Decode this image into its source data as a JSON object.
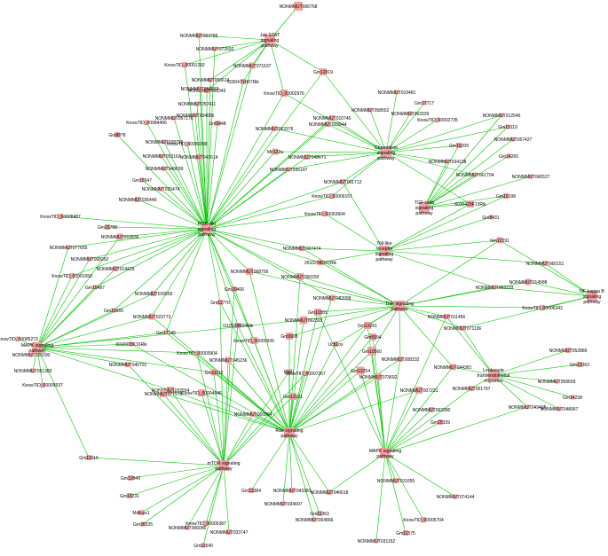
{
  "hubs": [
    {
      "id": "jak",
      "lines": [
        "Jak-STAT",
        "signaling",
        "pathway"
      ]
    },
    {
      "id": "pi3k",
      "lines": [
        "PI3K-Akt",
        "signaling",
        "pathway"
      ]
    },
    {
      "id": "chemokine",
      "lines": [
        "Chemokine",
        "signaling",
        "pathway"
      ]
    },
    {
      "id": "tgf",
      "lines": [
        "TGF-beta",
        "signaling",
        "pathway"
      ]
    },
    {
      "id": "tolllike",
      "lines": [
        "Toll-like",
        "receptor",
        "signaling",
        "pathway"
      ]
    },
    {
      "id": "nfkb",
      "lines": [
        "NF-kappa B",
        "signaling",
        "pathway"
      ]
    },
    {
      "id": "tnf",
      "lines": [
        "TNF signaling",
        "pathway"
      ]
    },
    {
      "id": "mapk_l",
      "lines": [
        "MAPK signaling",
        "pathway"
      ]
    },
    {
      "id": "leuko",
      "lines": [
        "Leukocyte",
        "transendothelial",
        "migration"
      ]
    },
    {
      "id": "ras",
      "lines": [
        "Ras signaling",
        "pathway"
      ]
    },
    {
      "id": "mapk_b",
      "lines": [
        "MAPK signaling",
        "pathway"
      ]
    },
    {
      "id": "mtor",
      "lines": [
        "mTOR signaling",
        "pathway"
      ]
    }
  ],
  "genes": [
    {
      "label": "NONMMUT006768",
      "links": [
        "jak"
      ]
    },
    {
      "label": "NONMMUT053786",
      "links": [
        "jak",
        "pi3k"
      ]
    },
    {
      "label": "NONMMUT072592",
      "links": [
        "jak",
        "pi3k"
      ]
    },
    {
      "label": "KnowTID_00001292",
      "links": [
        "jak",
        "pi3k"
      ]
    },
    {
      "label": "NONMMUT071637",
      "links": [
        "jak",
        "pi3k"
      ]
    },
    {
      "label": "NONMMUT066614",
      "links": [
        "pi3k",
        "jak"
      ]
    },
    {
      "label": "6030471H07Rik",
      "links": [
        "pi3k",
        "jak"
      ]
    },
    {
      "label": "NONMMUT052343",
      "links": [
        "pi3k",
        "jak"
      ]
    },
    {
      "label": "Gm12819",
      "links": [
        "jak",
        "pi3k",
        "chemokine"
      ]
    },
    {
      "label": "KnowTID_00002976",
      "links": [
        "jak",
        "pi3k",
        "chemokine"
      ]
    },
    {
      "label": "NONMMUT053833",
      "links": [
        "pi3k"
      ]
    },
    {
      "label": "NONMMUT057411",
      "links": [
        "pi3k"
      ]
    },
    {
      "label": "NONMMUT034056",
      "links": [
        "pi3k"
      ]
    },
    {
      "label": "Gm5448",
      "links": [
        "pi3k"
      ]
    },
    {
      "label": "NONMMUT057176",
      "links": [
        "pi3k"
      ]
    },
    {
      "label": "KnowTID_00084406",
      "links": [
        "pi3k"
      ]
    },
    {
      "label": "Gm8878",
      "links": [
        "pi3k"
      ]
    },
    {
      "label": "NONMMUT038759",
      "links": [
        "pi3k"
      ]
    },
    {
      "label": "KnowTID_00080398",
      "links": [
        "pi3k"
      ]
    },
    {
      "label": "NONMMUT053163",
      "links": [
        "pi3k"
      ]
    },
    {
      "label": "NONMMUT047614",
      "links": [
        "pi3k"
      ]
    },
    {
      "label": "NONMMUT049699",
      "links": [
        "pi3k"
      ]
    },
    {
      "label": "Gm15547",
      "links": [
        "pi3k"
      ]
    },
    {
      "label": "NONMMUT025474",
      "links": [
        "pi3k"
      ]
    },
    {
      "label": "NONMMUT035449",
      "links": [
        "pi3k"
      ]
    },
    {
      "label": "KnowTID_00008487",
      "links": [
        "pi3k"
      ]
    },
    {
      "label": "Gm15788",
      "links": [
        "pi3k"
      ]
    },
    {
      "label": "NONMMUT077655",
      "links": [
        "pi3k",
        "mapk_l"
      ]
    },
    {
      "label": "NONMMUT010836",
      "links": [
        "pi3k",
        "mapk_l"
      ]
    },
    {
      "label": "NONMMUT008252",
      "links": [
        "pi3k",
        "mapk_l"
      ]
    },
    {
      "label": "KnowTID_00001650",
      "links": [
        "pi3k",
        "mapk_l"
      ]
    },
    {
      "label": "NONMMUT014429",
      "links": [
        "pi3k",
        "mapk_l"
      ]
    },
    {
      "label": "Gm15487",
      "links": [
        "pi3k",
        "mapk_l"
      ]
    },
    {
      "label": "NONMMUT016555",
      "links": [
        "pi3k",
        "mapk_l"
      ]
    },
    {
      "label": "Gm15665",
      "links": [
        "pi3k",
        "mapk_l"
      ]
    },
    {
      "label": "NONMMUT023773",
      "links": [
        "pi3k",
        "mapk_l",
        "ras"
      ]
    },
    {
      "label": "NONMMUT063376",
      "links": [
        "pi3k",
        "chemokine"
      ]
    },
    {
      "label": "NONMMUT010745",
      "links": [
        "chemokine",
        "pi3k"
      ]
    },
    {
      "label": "NONMMUT023944",
      "links": [
        "chemokine",
        "pi3k"
      ]
    },
    {
      "label": "Mir122a",
      "links": [
        "pi3k",
        "chemokine"
      ]
    },
    {
      "label": "NONMMUT048671",
      "links": [
        "chemokine",
        "pi3k"
      ]
    },
    {
      "label": "NONMMUT036147",
      "links": [
        "pi3k",
        "chemokine"
      ]
    },
    {
      "label": "NONMMUT061712",
      "links": [
        "pi3k",
        "chemokine",
        "tolllike"
      ]
    },
    {
      "label": "KnowTID_00009157",
      "links": [
        "pi3k",
        "chemokine"
      ]
    },
    {
      "label": "KnowTID_00063604",
      "links": [
        "pi3k",
        "tolllike"
      ]
    },
    {
      "label": "NONMMUT007474",
      "links": [
        "pi3k",
        "tolllike",
        "tnf"
      ]
    },
    {
      "label": "2610204G07Rik",
      "links": [
        "pi3k",
        "tolllike",
        "tnf"
      ]
    },
    {
      "label": "NONMMUT068756",
      "links": [
        "pi3k",
        "ras",
        "tnf"
      ]
    },
    {
      "label": "NONMMUT050259",
      "links": [
        "pi3k",
        "ras",
        "tnf"
      ]
    },
    {
      "label": "Gm20406",
      "links": [
        "pi3k",
        "ras",
        "mtor"
      ]
    },
    {
      "label": "Gm11770",
      "links": [
        "pi3k",
        "ras",
        "mtor"
      ]
    },
    {
      "label": "NONMMUT019481",
      "links": [
        "chemokine"
      ]
    },
    {
      "label": "NONMMUT058552",
      "links": [
        "chemokine"
      ]
    },
    {
      "label": "Gm17717",
      "links": [
        "chemokine"
      ]
    },
    {
      "label": "NONMMUT063339",
      "links": [
        "chemokine"
      ]
    },
    {
      "label": "KnowTID_00002735",
      "links": [
        "chemokine"
      ]
    },
    {
      "label": "NONMMUT012546",
      "links": [
        "tgf",
        "chemokine"
      ]
    },
    {
      "label": "Gm13119",
      "links": [
        "tgf",
        "chemokine"
      ]
    },
    {
      "label": "Gm15209",
      "links": [
        "chemokine",
        "tgf"
      ]
    },
    {
      "label": "NONMMUT057427",
      "links": [
        "tgf"
      ]
    },
    {
      "label": "NONMMUT034138",
      "links": [
        "tgf",
        "chemokine"
      ]
    },
    {
      "label": "Gm14265",
      "links": [
        "tgf"
      ]
    },
    {
      "label": "NONMMUT061704",
      "links": [
        "tgf",
        "chemokine"
      ]
    },
    {
      "label": "NONMMUT066527",
      "links": [
        "tgf"
      ]
    },
    {
      "label": "Gm10198",
      "links": [
        "tgf",
        "tolllike"
      ]
    },
    {
      "label": "6030429F13Rik",
      "links": [
        "tgf",
        "tolllike",
        "chemokine"
      ]
    },
    {
      "label": "Gm9431",
      "links": [
        "tolllike"
      ]
    },
    {
      "label": "Gm12291",
      "links": [
        "tolllike",
        "tnf",
        "nfkb"
      ]
    },
    {
      "label": "NONMMUT060151",
      "links": [
        "tolllike",
        "nfkb"
      ]
    },
    {
      "label": "NONMMUT014588",
      "links": [
        "nfkb",
        "tnf"
      ]
    },
    {
      "label": "NONMMUT063103",
      "links": [
        "tolllike",
        "tnf",
        "nfkb"
      ]
    },
    {
      "label": "KnowTID_00006343",
      "links": [
        "tnf",
        "nfkb"
      ]
    },
    {
      "label": "NONMMUT071136",
      "links": [
        "tnf",
        "nfkb",
        "leuko"
      ]
    },
    {
      "label": "NONMMUT082098",
      "links": [
        "tnf",
        "ras",
        "pi3k"
      ]
    },
    {
      "label": "Gm10301",
      "links": [
        "tnf",
        "ras",
        "mapk_b"
      ]
    },
    {
      "label": "NONMMUT062393",
      "links": [
        "ras",
        "tnf",
        "mapk_l"
      ]
    },
    {
      "label": "Gm13261",
      "links": [
        "tnf",
        "ras",
        "mapk_b"
      ]
    },
    {
      "label": "NONMMUT011456",
      "links": [
        "tnf",
        "mapk_b",
        "leuko"
      ]
    },
    {
      "label": "Gm10560",
      "links": [
        "tnf",
        "ras",
        "mapk_b"
      ]
    },
    {
      "label": "Gm5994",
      "links": [
        "ras",
        "mapk_b"
      ]
    },
    {
      "label": "NONMMUT008232",
      "links": [
        "ras",
        "mapk_b",
        "tnf"
      ]
    },
    {
      "label": "NONMMUT044381",
      "links": [
        "mapk_b",
        "leuko",
        "tnf"
      ]
    },
    {
      "label": "NONMMUT073692",
      "links": [
        "mapk_b",
        "ras"
      ]
    },
    {
      "label": "Gm13254",
      "links": [
        "ras",
        "mapk_b"
      ]
    },
    {
      "label": "NONMMUT007231",
      "links": [
        "ras",
        "mapk_b"
      ]
    },
    {
      "label": "NONMMUT051797",
      "links": [
        "mapk_b",
        "leuko"
      ]
    },
    {
      "label": "NONMMUT063380",
      "links": [
        "mapk_b"
      ]
    },
    {
      "label": "Gm15339",
      "links": [
        "mapk_b"
      ]
    },
    {
      "label": "Ucb1os",
      "links": [
        "ras",
        "tnf"
      ]
    },
    {
      "label": "Gm9908",
      "links": [
        "ras",
        "tnf"
      ]
    },
    {
      "label": "NONMMUT052889",
      "links": [
        "leuko"
      ]
    },
    {
      "label": "Gm13363",
      "links": [
        "leuko"
      ]
    },
    {
      "label": "NONMMUT059659",
      "links": [
        "leuko"
      ]
    },
    {
      "label": "Gm14238",
      "links": [
        "leuko"
      ]
    },
    {
      "label": "NONMMUT049405",
      "links": [
        "leuko",
        "mapk_b"
      ]
    },
    {
      "label": "NONMMUT048067",
      "links": [
        "leuko"
      ]
    },
    {
      "label": "KnowTID_00085273",
      "links": [
        "mapk_l"
      ]
    },
    {
      "label": "NONMMUT026290",
      "links": [
        "mapk_l"
      ]
    },
    {
      "label": "NONMMUT051383",
      "links": [
        "mapk_l"
      ]
    },
    {
      "label": "KnowTID_00009537",
      "links": [
        "mapk_l"
      ]
    },
    {
      "label": "3010033K16Rik",
      "links": [
        "mapk_l",
        "ras"
      ]
    },
    {
      "label": "Gm17145",
      "links": [
        "mapk_l",
        "pi3k",
        "ras"
      ]
    },
    {
      "label": "KnowTID_00003904",
      "links": [
        "mapk_l",
        "ras",
        "mtor"
      ]
    },
    {
      "label": "NONMMUT040791",
      "links": [
        "mapk_l",
        "mtor"
      ]
    },
    {
      "label": "Gm11113",
      "links": [
        "mapk_l",
        "ras",
        "mtor"
      ]
    },
    {
      "label": "NONMMUT032554",
      "links": [
        "mtor",
        "ras",
        "mapk_l"
      ]
    },
    {
      "label": "1110038B04Rik",
      "links": [
        "ras",
        "pi3k",
        "mtor"
      ]
    },
    {
      "label": "KnowTID_00000939",
      "links": [
        "ras",
        "pi3k"
      ]
    },
    {
      "label": "NONMMUT045236",
      "links": [
        "ras",
        "mtor"
      ]
    },
    {
      "label": "Rpn1",
      "links": [
        "ras",
        "mtor"
      ]
    },
    {
      "label": "KnowTID_00007267",
      "links": [
        "ras",
        "mtor"
      ]
    },
    {
      "label": "KnowTID_00004646",
      "links": [
        "mtor",
        "ras"
      ]
    },
    {
      "label": "Gm13161",
      "links": [
        "ras",
        "mtor"
      ]
    },
    {
      "label": "NONMMUT077575",
      "links": [
        "mtor",
        "ras"
      ]
    },
    {
      "label": "NONMMUT016064",
      "links": [
        "ras",
        "mtor"
      ]
    },
    {
      "label": "Gm11616",
      "links": [
        "mtor",
        "mapk_l"
      ]
    },
    {
      "label": "Gm12849",
      "links": [
        "mtor"
      ]
    },
    {
      "label": "Gm13231",
      "links": [
        "mtor"
      ]
    },
    {
      "label": "Mdk-ps1",
      "links": [
        "mtor"
      ]
    },
    {
      "label": "Gm26535",
      "links": [
        "mtor"
      ]
    },
    {
      "label": "KnowTID_00005387",
      "links": [
        "mtor"
      ]
    },
    {
      "label": "NONMMUT006080",
      "links": [
        "mtor"
      ]
    },
    {
      "label": "NONMMUT033747",
      "links": [
        "mtor"
      ]
    },
    {
      "label": "Gm11549",
      "links": [
        "mtor"
      ]
    },
    {
      "label": "Gm13384",
      "links": [
        "ras"
      ]
    },
    {
      "label": "NONMMUT043381",
      "links": [
        "ras"
      ]
    },
    {
      "label": "NONMMUT034607",
      "links": [
        "ras"
      ]
    },
    {
      "label": "NONMMUT046618",
      "links": [
        "ras",
        "mapk_b"
      ]
    },
    {
      "label": "Gm11363",
      "links": [
        "ras"
      ]
    },
    {
      "label": "NONMMUT004866",
      "links": [
        "ras"
      ]
    },
    {
      "label": "NONMMUT011655",
      "links": [
        "mapk_b"
      ]
    },
    {
      "label": "NONMMUT074144",
      "links": [
        "mapk_b"
      ]
    },
    {
      "label": "KnowTID_00005704",
      "links": [
        "mapk_b"
      ]
    },
    {
      "label": "Gm11575",
      "links": [
        "mapk_b"
      ]
    },
    {
      "label": "NONMMUT031152",
      "links": [
        "mapk_b"
      ]
    }
  ]
}
